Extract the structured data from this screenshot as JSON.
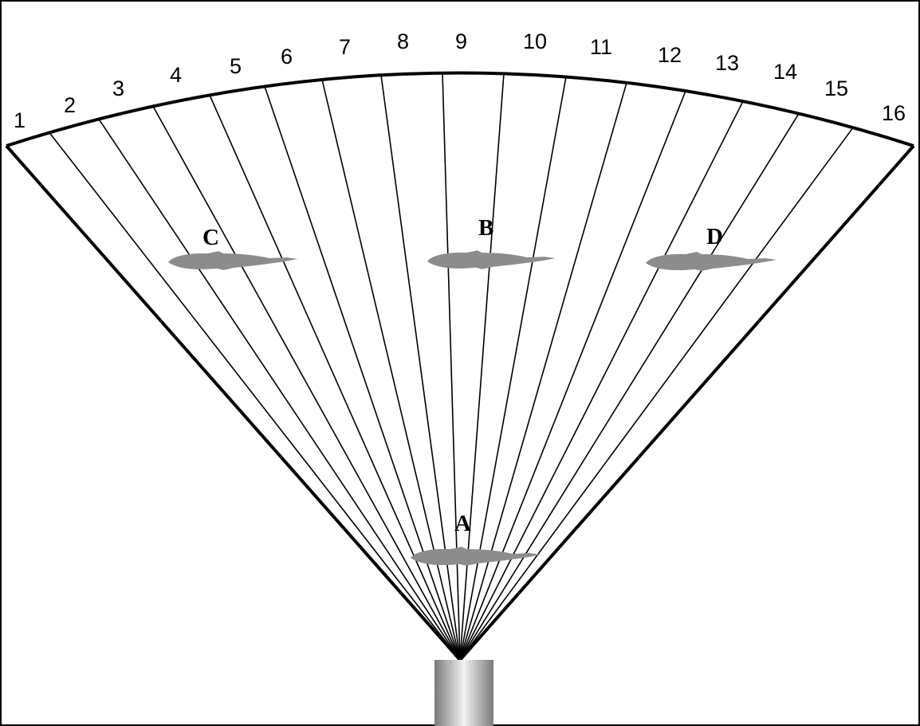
{
  "beam_numbers": [
    "1",
    "2",
    "3",
    "4",
    "5",
    "6",
    "7",
    "8",
    "9",
    "10",
    "11",
    "12",
    "13",
    "14",
    "15",
    "16"
  ],
  "fish": [
    {
      "id": "A",
      "label": "A"
    },
    {
      "id": "B",
      "label": "B"
    },
    {
      "id": "C",
      "label": "C"
    },
    {
      "id": "D",
      "label": "D"
    }
  ],
  "colors": {
    "fish": "#8c8c8c",
    "lines": "#000000",
    "transducer_light": "#f2f2f2",
    "transducer_dark": "#7a7a7a"
  },
  "icons": {
    "fish": "fish-silhouette-icon",
    "transducer": "sonar-transducer"
  }
}
